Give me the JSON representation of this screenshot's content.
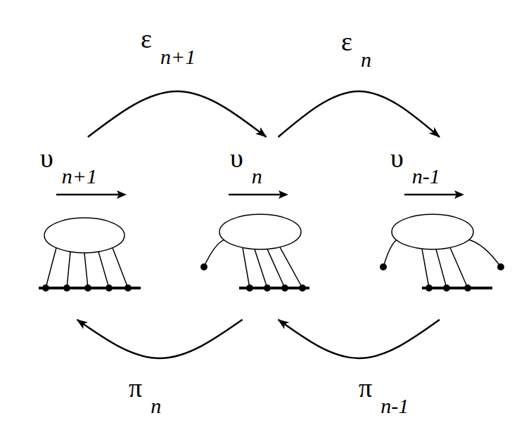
{
  "diagram": {
    "nodes": [
      {
        "text": [
          "υn+1"
        ]
      },
      {
        "text": [
          "υn"
        ]
      },
      {
        "text": [
          "υn-1"
        ]
      }
    ],
    "edges": [
      {
        "from": 0,
        "to": 1,
        "arrow": "to",
        "label": "εn+1"
      },
      {
        "from": 1,
        "to": 2,
        "arrow": "to",
        "label": "εn"
      },
      {
        "from": 1,
        "to": 0,
        "arrow": "to",
        "label": "πn"
      },
      {
        "from": 2,
        "to": 1,
        "arrow": "to",
        "label": "πn-1"
      }
    ]
  }
}
